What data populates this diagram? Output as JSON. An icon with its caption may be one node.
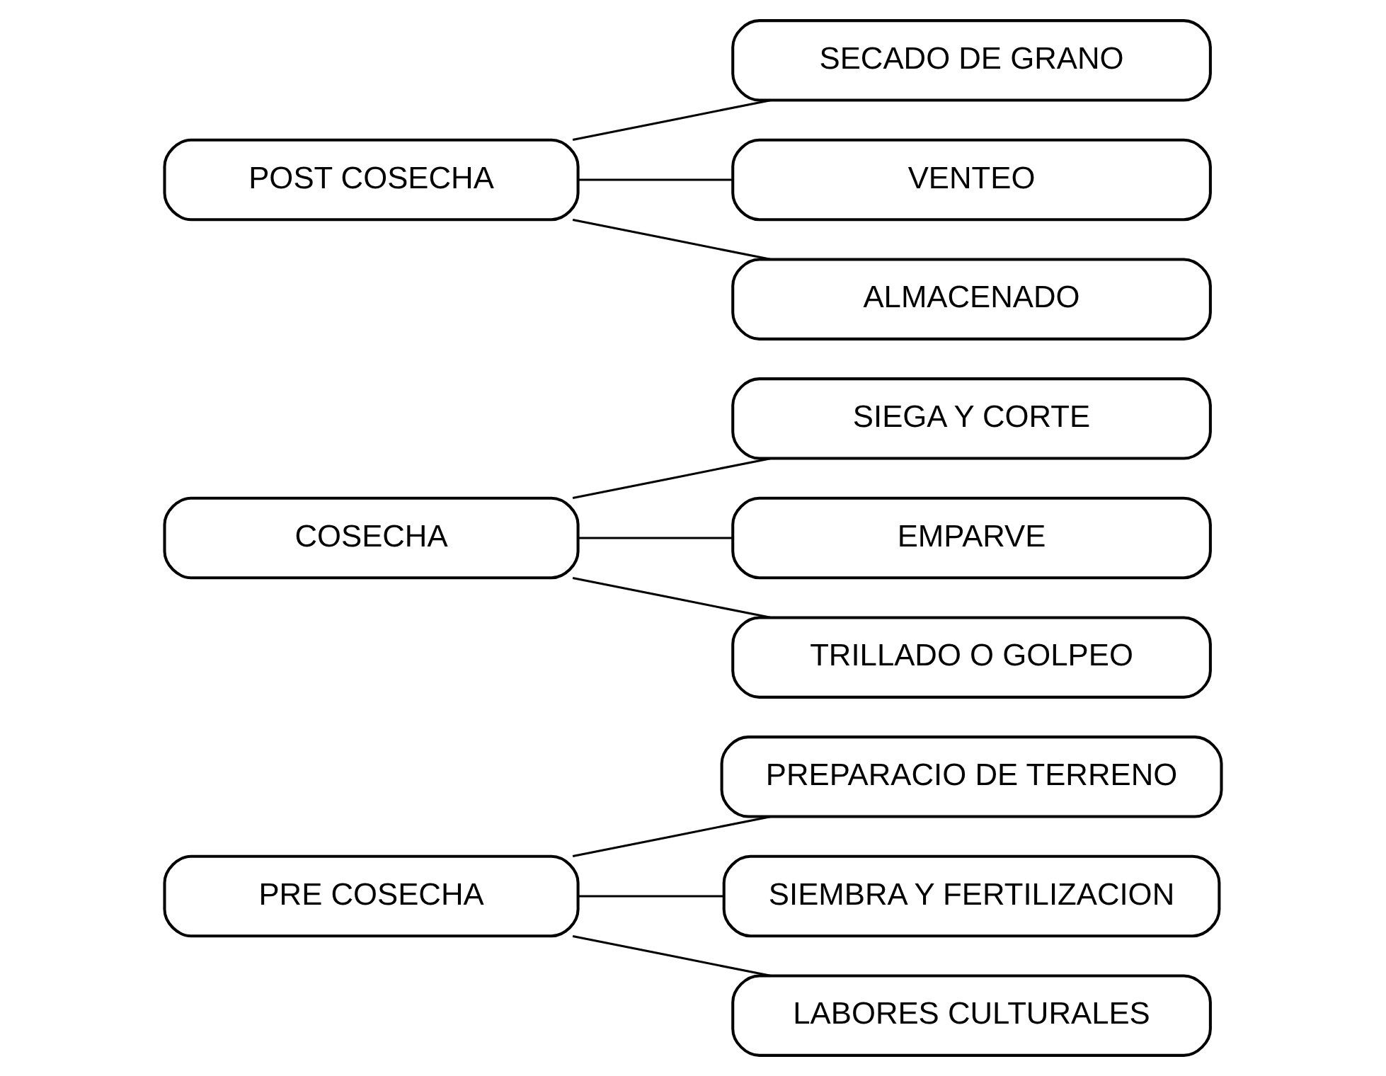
{
  "diagram": {
    "nodes": [
      {
        "text": [
          "PRE COSECHA"
        ]
      },
      {
        "text": [
          "PREPARACIO DE TERRENO"
        ]
      },
      {
        "text": [
          "SIEMBRA Y FERTILIZACION"
        ]
      },
      {
        "text": [
          "LABORES CULTURALES"
        ]
      },
      {
        "text": [
          "COSECHA"
        ]
      },
      {
        "text": [
          "SIEGA Y CORTE"
        ]
      },
      {
        "text": [
          "EMPARVE"
        ]
      },
      {
        "text": [
          "TRILLADO O GOLPEO"
        ]
      },
      {
        "text": [
          "POST COSECHA"
        ]
      },
      {
        "text": [
          "SECADO DE GRANO"
        ]
      },
      {
        "text": [
          "VENTEO"
        ]
      },
      {
        "text": [
          "ALMACENADO"
        ]
      }
    ],
    "edges": [
      {
        "from": 0,
        "to": 1,
        "arrow": "none"
      },
      {
        "from": 0,
        "to": 2,
        "arrow": "none"
      },
      {
        "from": 0,
        "to": 3,
        "arrow": "none"
      },
      {
        "from": 4,
        "to": 5,
        "arrow": "none"
      },
      {
        "from": 4,
        "to": 6,
        "arrow": "none"
      },
      {
        "from": 4,
        "to": 7,
        "arrow": "none"
      },
      {
        "from": 8,
        "to": 9,
        "arrow": "none"
      },
      {
        "from": 8,
        "to": 10,
        "arrow": "none"
      },
      {
        "from": 8,
        "to": 11,
        "arrow": "none"
      }
    ]
  }
}
